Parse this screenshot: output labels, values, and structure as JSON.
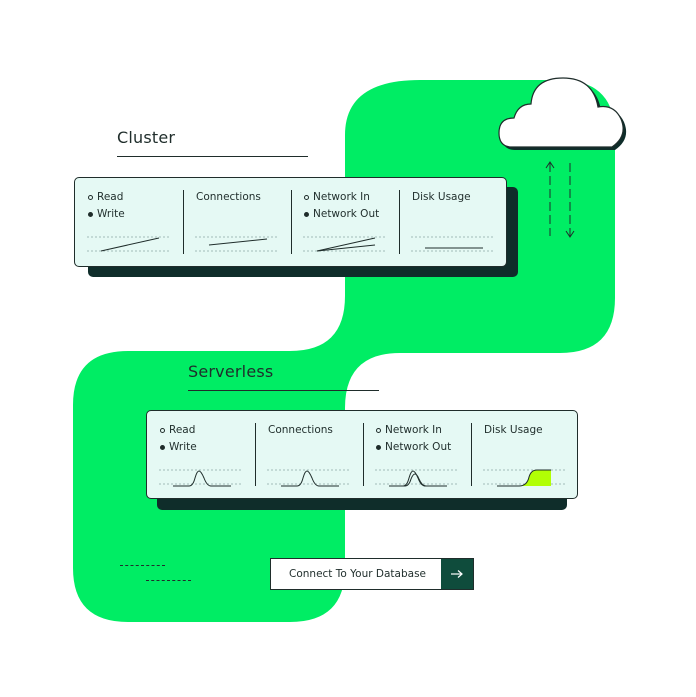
{
  "colors": {
    "green": "#00ed64",
    "dark": "#1f2d2b",
    "panel": "#e5f9f4",
    "button_dark": "#0f4c3c",
    "disk_fill": "#b1ff05"
  },
  "icons": [
    "cloud-icon",
    "arrow-up-icon",
    "arrow-down-icon",
    "arrow-right-icon"
  ],
  "cluster": {
    "title": "Cluster",
    "read": "Read",
    "write": "Write",
    "connections": "Connections",
    "network_in": "Network In",
    "network_out": "Network Out",
    "disk_usage": "Disk Usage"
  },
  "serverless": {
    "title": "Serverless",
    "read": "Read",
    "write": "Write",
    "connections": "Connections",
    "network_in": "Network In",
    "network_out": "Network Out",
    "disk_usage": "Disk Usage"
  },
  "cta": {
    "label": "Connect To Your Database"
  }
}
